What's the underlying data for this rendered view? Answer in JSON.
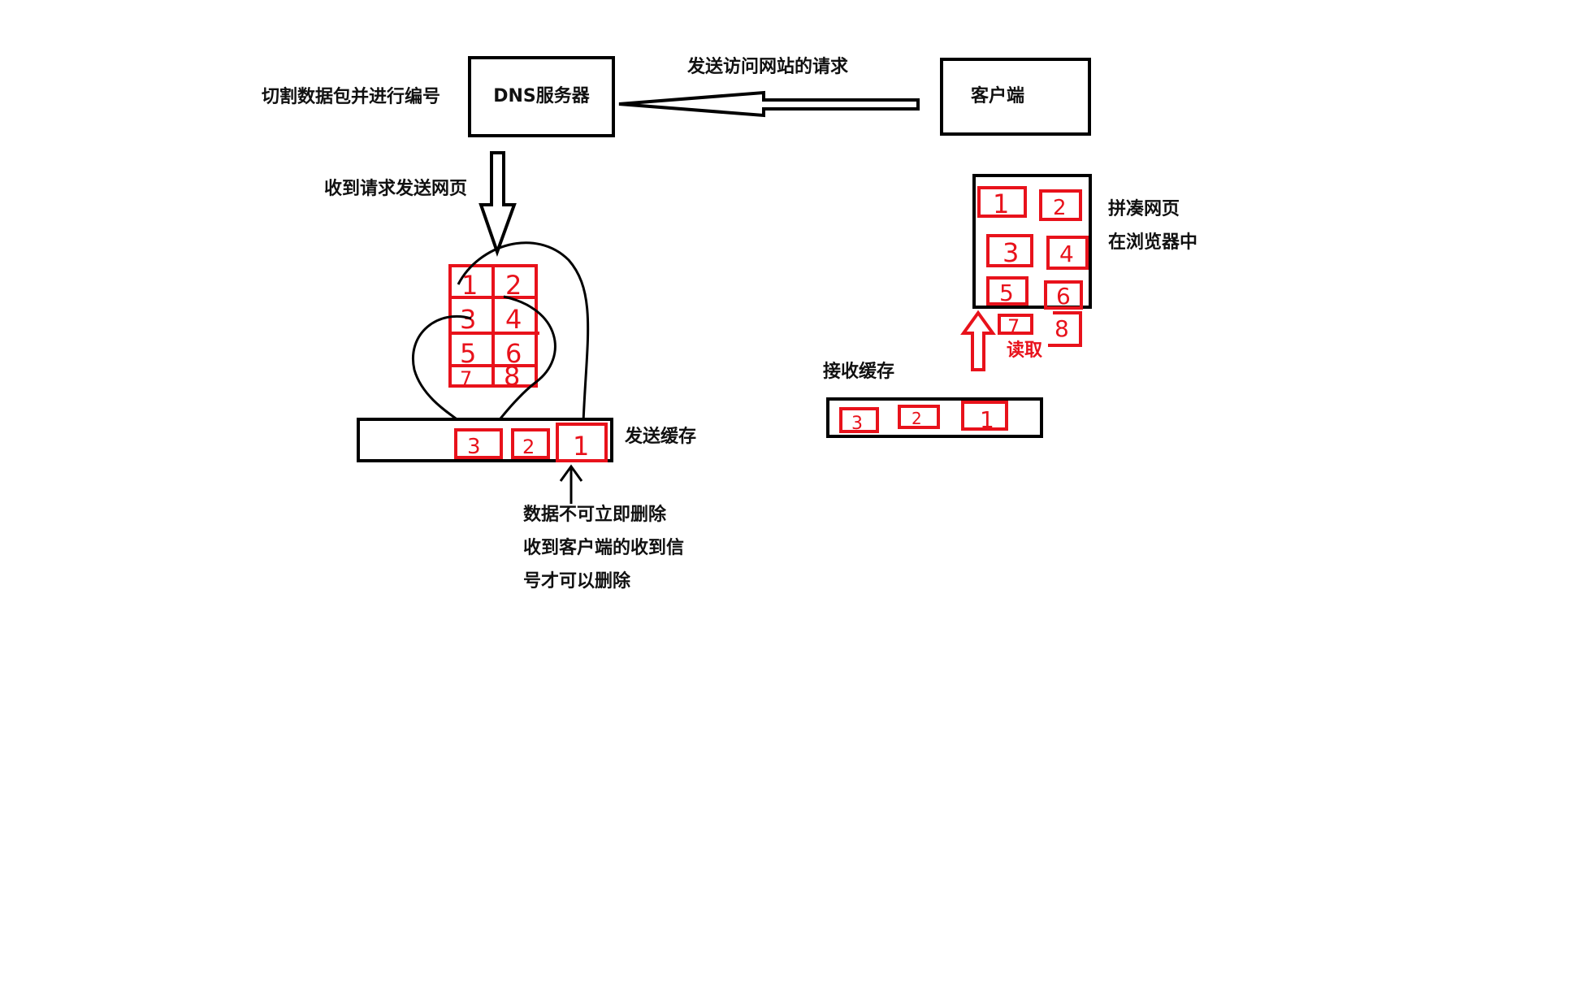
{
  "labels": {
    "split_packets": "切割数据包并进行编号",
    "dns_server": "DNS服务器",
    "send_request": "发送访问网站的请求",
    "client": "客户端",
    "receive_and_send": "收到请求发送网页",
    "send_buffer": "发送缓存",
    "no_delete_line1": "数据不可立即删除",
    "no_delete_line2": "收到客户端的收到信",
    "no_delete_line3": "号才可以删除",
    "assemble_line1": "拼凑网页",
    "assemble_line2": "在浏览器中",
    "read": "读取",
    "receive_buffer": "接收缓存"
  },
  "server_grid": [
    "1",
    "2",
    "3",
    "4",
    "5",
    "6",
    "7",
    "8"
  ],
  "send_buffer_packets": [
    "3",
    "2",
    "1"
  ],
  "client_grid": [
    "1",
    "2",
    "3",
    "4",
    "5",
    "6",
    "7",
    "8"
  ],
  "receive_buffer_packets": [
    "3",
    "2",
    "1"
  ],
  "colors": {
    "ink": "#000000",
    "marker": "#e8121b"
  }
}
